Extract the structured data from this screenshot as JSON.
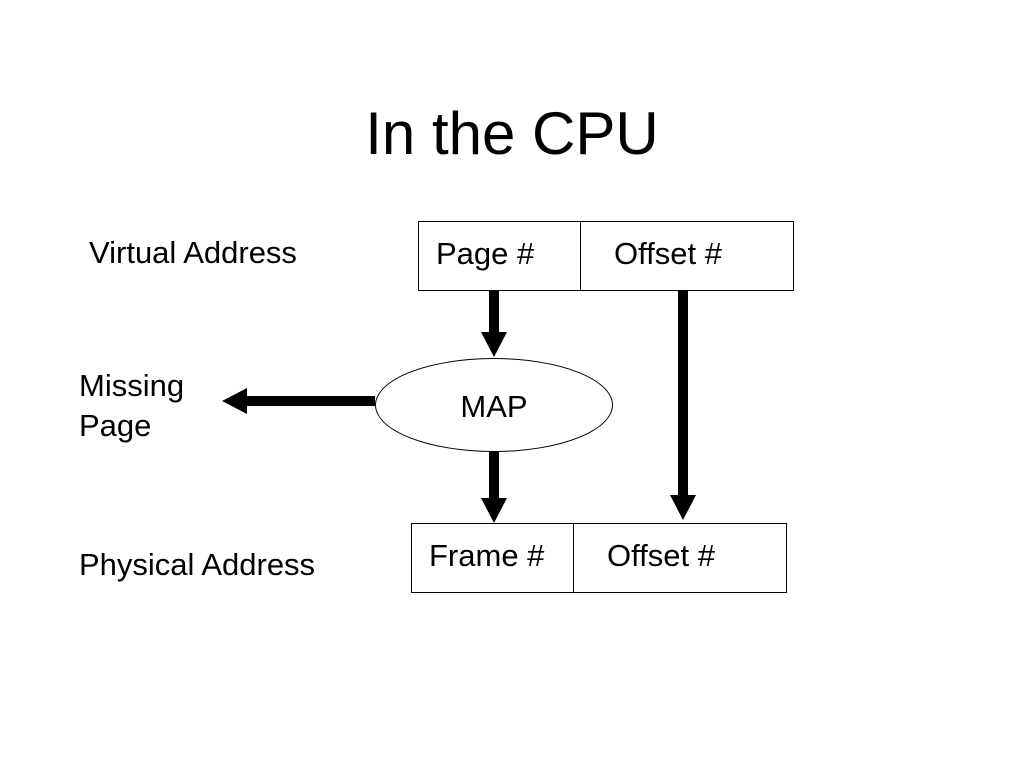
{
  "slide": {
    "title": "In the CPU"
  },
  "labels": {
    "virtual_address": "Virtual Address",
    "missing_page_line1": "Missing",
    "missing_page_line2": "Page",
    "physical_address": "Physical Address"
  },
  "virtual_address_box": {
    "left_field": "Page #",
    "right_field": "Offset #"
  },
  "map_node": {
    "label": "MAP"
  },
  "physical_address_box": {
    "left_field": "Frame #",
    "right_field": "Offset #"
  },
  "colors": {
    "stroke": "#000000",
    "background": "#ffffff"
  }
}
